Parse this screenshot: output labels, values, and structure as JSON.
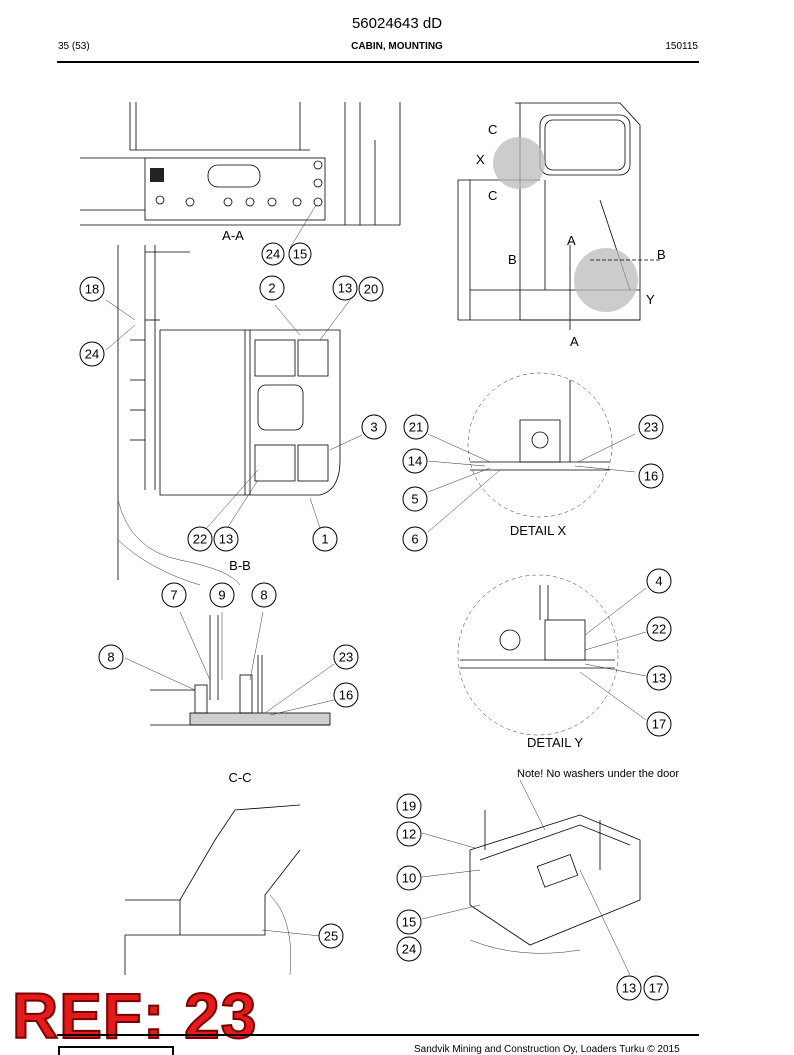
{
  "header": {
    "doc_number": "56024643 dD",
    "page": "35 (53)",
    "section": "CABIN, MOUNTING",
    "code": "150115"
  },
  "views": {
    "aa": "A-A",
    "bb": "B-B",
    "cc": "C-C",
    "detail_x": "DETAIL X",
    "detail_y": "DETAIL Y",
    "marker_a": "A",
    "marker_b": "B",
    "marker_c": "C",
    "marker_x": "X",
    "marker_y": "Y"
  },
  "note": "Note! No washers under the door",
  "callouts": {
    "aa_24": "24",
    "aa_15": "15",
    "bb_18": "18",
    "bb_2": "2",
    "bb_13": "13",
    "bb_20": "20",
    "bb_24": "24",
    "bb_3": "3",
    "bb_22": "22",
    "bb_13b": "13",
    "bb_1": "1",
    "x_21": "21",
    "x_23": "23",
    "x_14": "14",
    "x_16": "16",
    "x_5": "5",
    "x_6": "6",
    "cc_7": "7",
    "cc_9": "9",
    "cc_8": "8",
    "cc_8b": "8",
    "cc_23": "23",
    "cc_16": "16",
    "y_4": "4",
    "y_22": "22",
    "y_13": "13",
    "y_17": "17",
    "d_19": "19",
    "d_12": "12",
    "d_10": "10",
    "d_15": "15",
    "d_24": "24",
    "d_25": "25",
    "d_13": "13",
    "d_17": "17"
  },
  "watermark": "REF: 23",
  "footer": "Sandvik Mining and Construction Oy, Loaders Turku © 2015"
}
